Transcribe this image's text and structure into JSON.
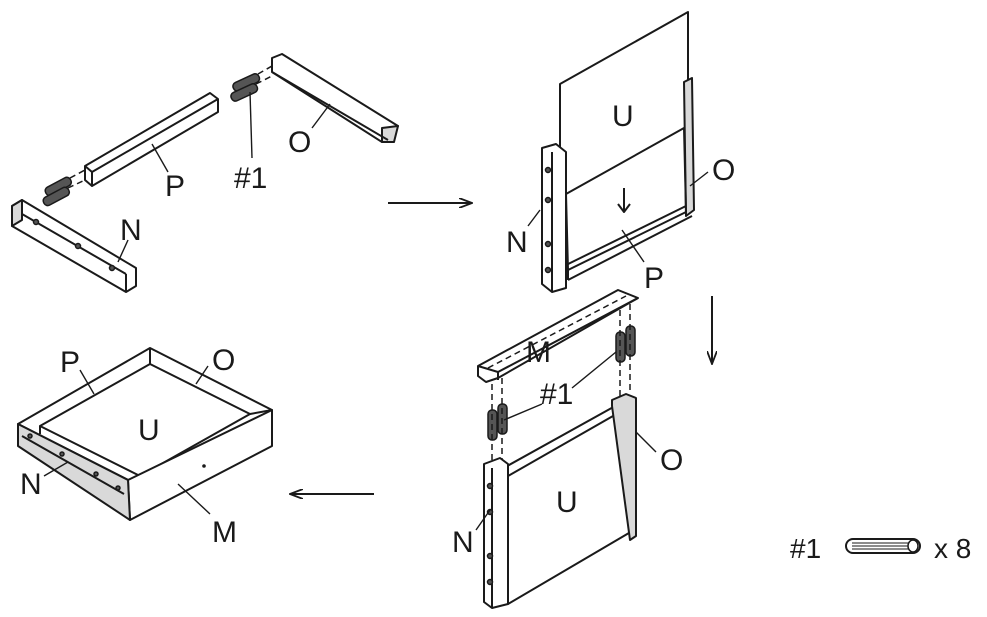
{
  "steps": [
    {
      "id": "step1",
      "labels": {
        "p": "P",
        "o": "O",
        "n": "N",
        "dowel": "#1"
      }
    },
    {
      "id": "step2",
      "labels": {
        "u": "U",
        "o": "O",
        "n": "N",
        "p": "P"
      }
    },
    {
      "id": "step3",
      "labels": {
        "m": "M",
        "dowel": "#1",
        "o": "O",
        "u": "U",
        "n": "N"
      }
    },
    {
      "id": "step4",
      "labels": {
        "p": "P",
        "o": "O",
        "u": "U",
        "n": "N",
        "m": "M"
      }
    }
  ],
  "legend": {
    "part": "#1",
    "quantity": "x 8"
  },
  "arrows": [
    "right",
    "down",
    "left"
  ],
  "icons": {
    "arrow": "arrow-icon",
    "dowel": "dowel-icon"
  }
}
